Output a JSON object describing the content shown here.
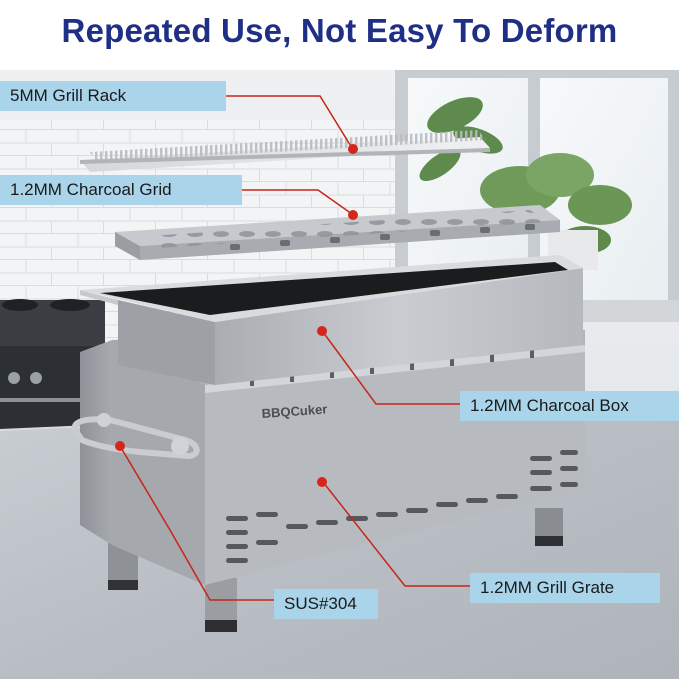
{
  "headline": "Repeated Use, Not Easy To Deform",
  "brand": "BBQCuker",
  "callouts": {
    "grill_rack": "5MM Grill Rack",
    "charcoal_grid": "1.2MM Charcoal Grid",
    "charcoal_box": "1.2MM Charcoal Box",
    "grill_grate": "1.2MM Grill Grate",
    "material": "SUS#304"
  },
  "colors": {
    "headline": "#1f2f86",
    "callout_fill": "#a9d4ea",
    "leader_line": "#c8241a",
    "steel": "#b9bcc1"
  }
}
